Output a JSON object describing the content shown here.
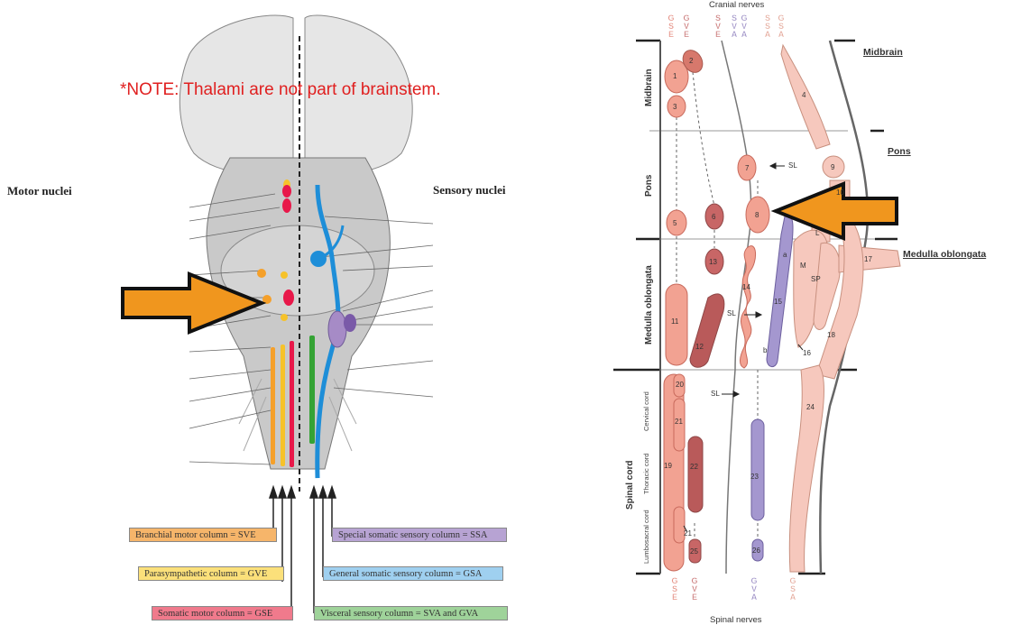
{
  "left": {
    "note": "*NOTE: Thalami are not part of brainstem.",
    "motor_label": "Motor nuclei",
    "sensory_label": "Sensory nuclei",
    "legend_left": [
      {
        "label": "Branchial motor column = SVE",
        "color": "#f6b56a"
      },
      {
        "label": "Parasympathetic column = GVE",
        "color": "#fbe07a"
      },
      {
        "label": "Somatic motor column = GSE",
        "color": "#f07a8c"
      }
    ],
    "legend_right": [
      {
        "label": "Special somatic sensory column = SSA",
        "color": "#b7a3d3"
      },
      {
        "label": "General somatic sensory column = GSA",
        "color": "#9fd0f0"
      },
      {
        "label": "Visceral sensory column = SVA and GVA",
        "color": "#9fd39a"
      }
    ]
  },
  "right": {
    "top_title": "Cranial nerves",
    "bottom_title": "Spinal nerves",
    "top_codes": [
      {
        "code": "G\nS\nE",
        "color": "#e3897d"
      },
      {
        "code": "G\nV\nE",
        "color": "#c87373"
      },
      {
        "code": "S\nV\nE",
        "color": "#c87373"
      },
      {
        "code": "S\nV\nA",
        "color": "#9a8cc4"
      },
      {
        "code": "G\nV\nA",
        "color": "#9a8cc4"
      },
      {
        "code": "S\nS\nA",
        "color": "#e3a597"
      },
      {
        "code": "G\nS\nA",
        "color": "#e3a597"
      }
    ],
    "bottom_codes": [
      {
        "code": "G\nS\nE",
        "color": "#e3897d"
      },
      {
        "code": "G\nV\nE",
        "color": "#c87373"
      },
      {
        "code": "G\nV\nA",
        "color": "#9a8cc4"
      },
      {
        "code": "G\nS\nA",
        "color": "#e3a597"
      }
    ],
    "regions": {
      "midbrain": "Midbrain",
      "pons": "Pons",
      "medulla": "Medulla oblongata",
      "spinal_cord": "Spinal cord"
    },
    "side_regions": {
      "midbrain": "Midbrain",
      "pons": "Pons",
      "medulla": "Medulla oblongata"
    },
    "cord_parts": {
      "cervical": "Cervical cord",
      "thoracic": "Thoracic cord",
      "lumbosacral": "Lumbosacral cord"
    },
    "sl": "SL",
    "letters": {
      "L": "L",
      "M": "M",
      "SP": "SP",
      "a": "a",
      "b": "b"
    },
    "numbers": [
      "1",
      "2",
      "3",
      "4",
      "5",
      "6",
      "7",
      "8",
      "9",
      "10",
      "11",
      "12",
      "13",
      "14",
      "15",
      "16",
      "17",
      "18",
      "19",
      "20",
      "21",
      "21",
      "22",
      "23",
      "24",
      "25",
      "26"
    ]
  }
}
